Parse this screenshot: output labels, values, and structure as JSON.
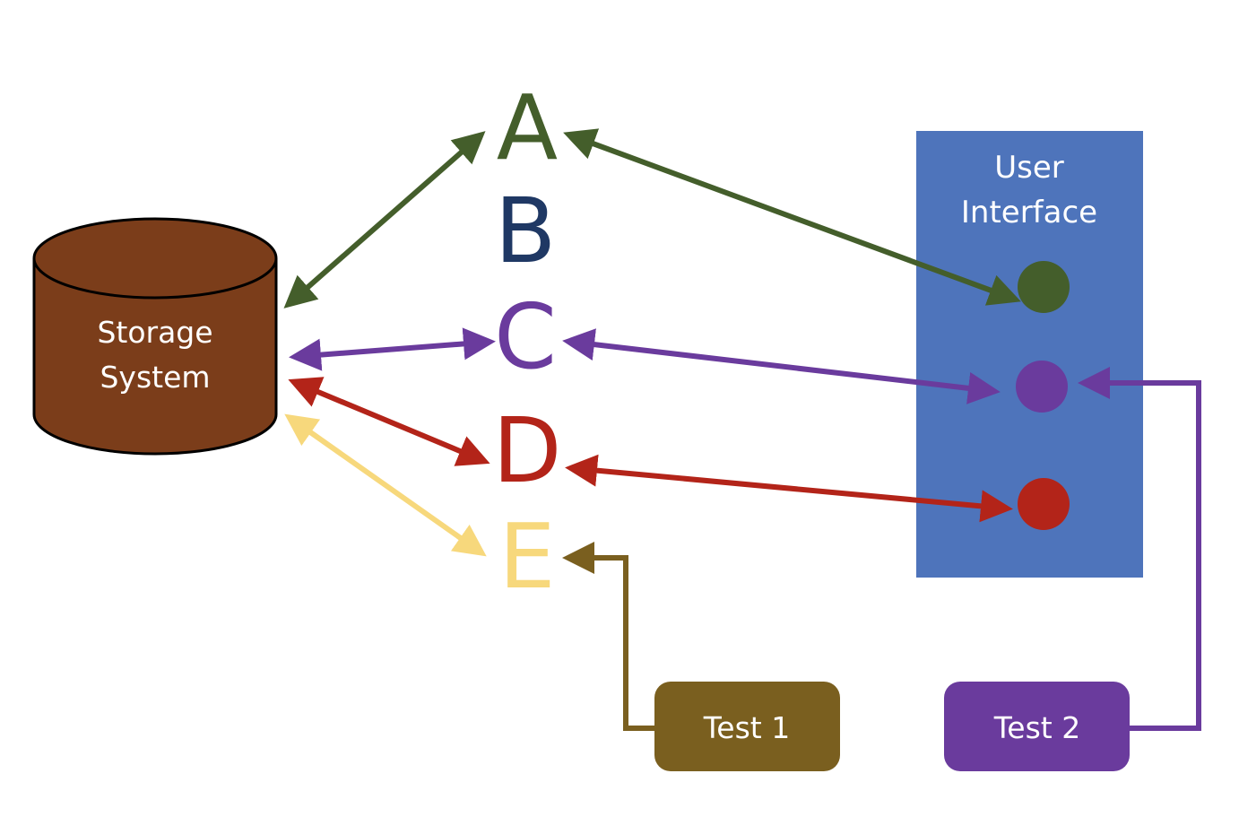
{
  "storage": {
    "label_line1": "Storage",
    "label_line2": "System",
    "color": "#7b3d1a"
  },
  "letters": [
    {
      "id": "A",
      "text": "A",
      "color": "#445e2b"
    },
    {
      "id": "B",
      "text": "B",
      "color": "#1f3864"
    },
    {
      "id": "C",
      "text": "C",
      "color": "#6a3b9d"
    },
    {
      "id": "D",
      "text": "D",
      "color": "#b32419"
    },
    {
      "id": "E",
      "text": "E",
      "color": "#f7d87c"
    }
  ],
  "user_interface": {
    "label_line1": "User",
    "label_line2": "Interface",
    "color": "#4e74bb",
    "dots": [
      {
        "name": "green-dot",
        "color": "#445e2b"
      },
      {
        "name": "purple-dot",
        "color": "#6a3b9d"
      },
      {
        "name": "red-dot",
        "color": "#b32419"
      }
    ]
  },
  "tests": [
    {
      "label": "Test 1",
      "color": "#7a5f1f"
    },
    {
      "label": "Test 2",
      "color": "#6a3b9d"
    }
  ],
  "connections": [
    {
      "from": "Storage System",
      "to": "A",
      "bidirectional": true,
      "color": "#445e2b"
    },
    {
      "from": "A",
      "to": "green-dot",
      "bidirectional": true,
      "color": "#445e2b"
    },
    {
      "from": "Storage System",
      "to": "C",
      "bidirectional": true,
      "color": "#6a3b9d"
    },
    {
      "from": "C",
      "to": "purple-dot",
      "bidirectional": true,
      "color": "#6a3b9d"
    },
    {
      "from": "Storage System",
      "to": "D",
      "bidirectional": true,
      "color": "#b32419"
    },
    {
      "from": "D",
      "to": "red-dot",
      "bidirectional": true,
      "color": "#b32419"
    },
    {
      "from": "Storage System",
      "to": "E",
      "bidirectional": true,
      "color": "#f7d87c"
    },
    {
      "from": "Test 1",
      "to": "E",
      "bidirectional": false,
      "color": "#7a5f1f"
    },
    {
      "from": "Test 2",
      "to": "purple-dot",
      "bidirectional": false,
      "color": "#6a3b9d"
    }
  ]
}
